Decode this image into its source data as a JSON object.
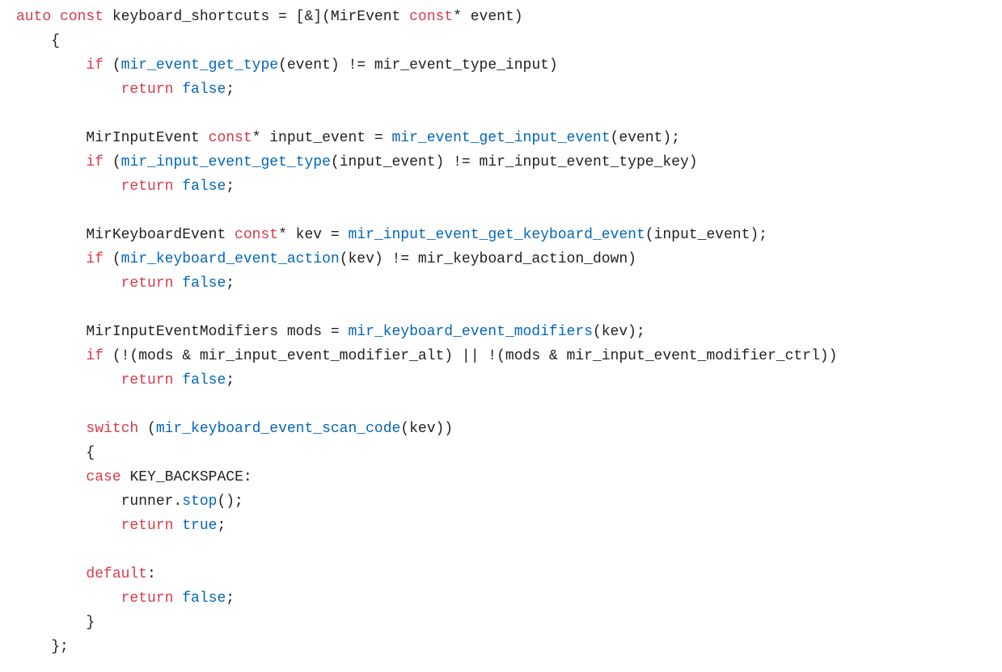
{
  "colors": {
    "background": "#ffffff",
    "plain": "#222222",
    "keyword": "#d73a49",
    "function": "#0366b8",
    "literal": "#0366b8"
  },
  "code": {
    "language": "cpp",
    "lines": [
      [
        {
          "t": "kw",
          "v": "auto"
        },
        {
          "t": "plain",
          "v": " "
        },
        {
          "t": "kw",
          "v": "const"
        },
        {
          "t": "plain",
          "v": " keyboard_shortcuts = [&](MirEvent "
        },
        {
          "t": "kw",
          "v": "const"
        },
        {
          "t": "plain",
          "v": "* event)"
        }
      ],
      [
        {
          "t": "plain",
          "v": "    {"
        }
      ],
      [
        {
          "t": "plain",
          "v": "        "
        },
        {
          "t": "kw",
          "v": "if"
        },
        {
          "t": "plain",
          "v": " ("
        },
        {
          "t": "fn",
          "v": "mir_event_get_type"
        },
        {
          "t": "plain",
          "v": "(event) != mir_event_type_input)"
        }
      ],
      [
        {
          "t": "plain",
          "v": "            "
        },
        {
          "t": "kw",
          "v": "return"
        },
        {
          "t": "plain",
          "v": " "
        },
        {
          "t": "lit",
          "v": "false"
        },
        {
          "t": "plain",
          "v": ";"
        }
      ],
      [],
      [
        {
          "t": "plain",
          "v": "        MirInputEvent "
        },
        {
          "t": "kw",
          "v": "const"
        },
        {
          "t": "plain",
          "v": "* input_event = "
        },
        {
          "t": "fn",
          "v": "mir_event_get_input_event"
        },
        {
          "t": "plain",
          "v": "(event);"
        }
      ],
      [
        {
          "t": "plain",
          "v": "        "
        },
        {
          "t": "kw",
          "v": "if"
        },
        {
          "t": "plain",
          "v": " ("
        },
        {
          "t": "fn",
          "v": "mir_input_event_get_type"
        },
        {
          "t": "plain",
          "v": "(input_event) != mir_input_event_type_key)"
        }
      ],
      [
        {
          "t": "plain",
          "v": "            "
        },
        {
          "t": "kw",
          "v": "return"
        },
        {
          "t": "plain",
          "v": " "
        },
        {
          "t": "lit",
          "v": "false"
        },
        {
          "t": "plain",
          "v": ";"
        }
      ],
      [],
      [
        {
          "t": "plain",
          "v": "        MirKeyboardEvent "
        },
        {
          "t": "kw",
          "v": "const"
        },
        {
          "t": "plain",
          "v": "* kev = "
        },
        {
          "t": "fn",
          "v": "mir_input_event_get_keyboard_event"
        },
        {
          "t": "plain",
          "v": "(input_event);"
        }
      ],
      [
        {
          "t": "plain",
          "v": "        "
        },
        {
          "t": "kw",
          "v": "if"
        },
        {
          "t": "plain",
          "v": " ("
        },
        {
          "t": "fn",
          "v": "mir_keyboard_event_action"
        },
        {
          "t": "plain",
          "v": "(kev) != mir_keyboard_action_down)"
        }
      ],
      [
        {
          "t": "plain",
          "v": "            "
        },
        {
          "t": "kw",
          "v": "return"
        },
        {
          "t": "plain",
          "v": " "
        },
        {
          "t": "lit",
          "v": "false"
        },
        {
          "t": "plain",
          "v": ";"
        }
      ],
      [],
      [
        {
          "t": "plain",
          "v": "        MirInputEventModifiers mods = "
        },
        {
          "t": "fn",
          "v": "mir_keyboard_event_modifiers"
        },
        {
          "t": "plain",
          "v": "(kev);"
        }
      ],
      [
        {
          "t": "plain",
          "v": "        "
        },
        {
          "t": "kw",
          "v": "if"
        },
        {
          "t": "plain",
          "v": " (!(mods & mir_input_event_modifier_alt) || !(mods & mir_input_event_modifier_ctrl))"
        }
      ],
      [
        {
          "t": "plain",
          "v": "            "
        },
        {
          "t": "kw",
          "v": "return"
        },
        {
          "t": "plain",
          "v": " "
        },
        {
          "t": "lit",
          "v": "false"
        },
        {
          "t": "plain",
          "v": ";"
        }
      ],
      [],
      [
        {
          "t": "plain",
          "v": "        "
        },
        {
          "t": "kw",
          "v": "switch"
        },
        {
          "t": "plain",
          "v": " ("
        },
        {
          "t": "fn",
          "v": "mir_keyboard_event_scan_code"
        },
        {
          "t": "plain",
          "v": "(kev))"
        }
      ],
      [
        {
          "t": "plain",
          "v": "        {"
        }
      ],
      [
        {
          "t": "plain",
          "v": "        "
        },
        {
          "t": "kw",
          "v": "case"
        },
        {
          "t": "plain",
          "v": " KEY_BACKSPACE:"
        }
      ],
      [
        {
          "t": "plain",
          "v": "            runner."
        },
        {
          "t": "fn",
          "v": "stop"
        },
        {
          "t": "plain",
          "v": "();"
        }
      ],
      [
        {
          "t": "plain",
          "v": "            "
        },
        {
          "t": "kw",
          "v": "return"
        },
        {
          "t": "plain",
          "v": " "
        },
        {
          "t": "lit",
          "v": "true"
        },
        {
          "t": "plain",
          "v": ";"
        }
      ],
      [],
      [
        {
          "t": "plain",
          "v": "        "
        },
        {
          "t": "kw",
          "v": "default"
        },
        {
          "t": "plain",
          "v": ":"
        }
      ],
      [
        {
          "t": "plain",
          "v": "            "
        },
        {
          "t": "kw",
          "v": "return"
        },
        {
          "t": "plain",
          "v": " "
        },
        {
          "t": "lit",
          "v": "false"
        },
        {
          "t": "plain",
          "v": ";"
        }
      ],
      [
        {
          "t": "plain",
          "v": "        }"
        }
      ],
      [
        {
          "t": "plain",
          "v": "    };"
        }
      ]
    ]
  }
}
